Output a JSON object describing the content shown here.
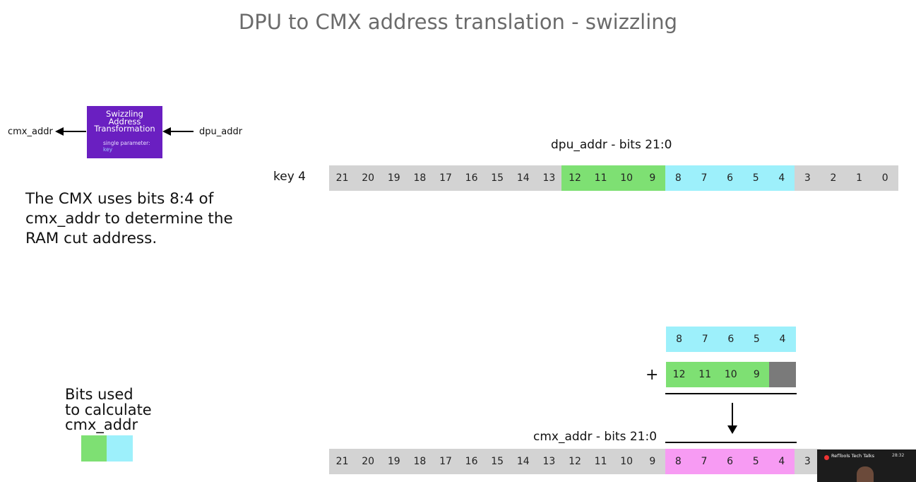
{
  "title": "DPU to CMX address translation - swizzling",
  "block": {
    "title_lines": [
      "Swizzling",
      "Address",
      "Transformation"
    ],
    "param_lines": [
      "single parameter:",
      "key"
    ]
  },
  "left_label": "cmx_addr",
  "right_label": "dpu_addr",
  "paragraph": "The CMX uses bits 8:4 of cmx_addr to determine the RAM cut address.",
  "key_label": "key 4",
  "dpu_label": "dpu_addr - bits 21:0",
  "cmx_label": "cmx_addr - bits 21:0",
  "plus": "+",
  "legend_lines": [
    "Bits used",
    "to calculate",
    "cmx_addr"
  ],
  "dpu_bits": [
    "21",
    "20",
    "19",
    "18",
    "17",
    "16",
    "15",
    "14",
    "13",
    "12",
    "11",
    "10",
    "9",
    "8",
    "7",
    "6",
    "5",
    "4",
    "3",
    "2",
    "1",
    "0"
  ],
  "sum_top": [
    "8",
    "7",
    "6",
    "5",
    "4"
  ],
  "sum_bottom": [
    "12",
    "11",
    "10",
    "9",
    ""
  ],
  "cmx_bits": [
    "21",
    "20",
    "19",
    "18",
    "17",
    "16",
    "15",
    "14",
    "13",
    "12",
    "11",
    "10",
    "9",
    "8",
    "7",
    "6",
    "5",
    "4",
    "3"
  ],
  "colors": {
    "grey": "#d3d3d3",
    "green": "#7ee073",
    "cyan": "#9df0fb",
    "pink": "#f79bf3",
    "purple": "#6a1fc1"
  },
  "meeting": {
    "title": "RefTools Tech Talks",
    "time": "28:32"
  }
}
